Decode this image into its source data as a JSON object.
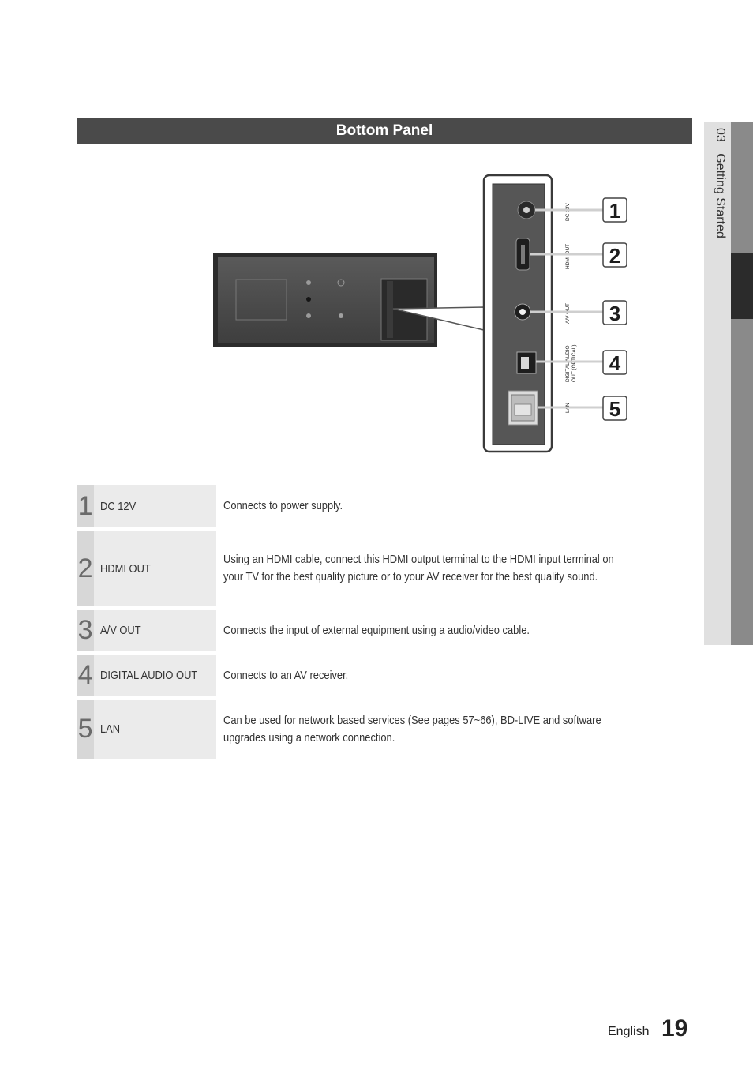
{
  "section": {
    "title": "Bottom Panel"
  },
  "side_tab": {
    "chapter_number": "03",
    "chapter_title": "Getting Started"
  },
  "figure": {
    "port_labels": [
      "DC 12V",
      "HDMI OUT",
      "A/V OUT",
      "DIGITAL AUDIO",
      "OUT (OPTICAL)",
      "LAN"
    ],
    "callouts": [
      "1",
      "2",
      "3",
      "4",
      "5"
    ]
  },
  "table": {
    "rows": [
      {
        "num": "1",
        "name": "DC 12V",
        "desc": "Connects to power supply."
      },
      {
        "num": "2",
        "name": "HDMI OUT",
        "desc": "Using an HDMI cable, connect this HDMI output terminal to the HDMI input terminal on your TV for the best quality picture or to your AV receiver for the best quality sound."
      },
      {
        "num": "3",
        "name": "A/V OUT",
        "desc": "Connects the input of external equipment using a audio/video cable."
      },
      {
        "num": "4",
        "name": "DIGITAL AUDIO OUT",
        "desc": "Connects to an AV receiver."
      },
      {
        "num": "5",
        "name": "LAN",
        "desc": "Can be used for network based services (See pages 57~66), BD-LIVE and software upgrades using a network connection."
      }
    ]
  },
  "footer": {
    "language": "English",
    "page_number": "19"
  }
}
